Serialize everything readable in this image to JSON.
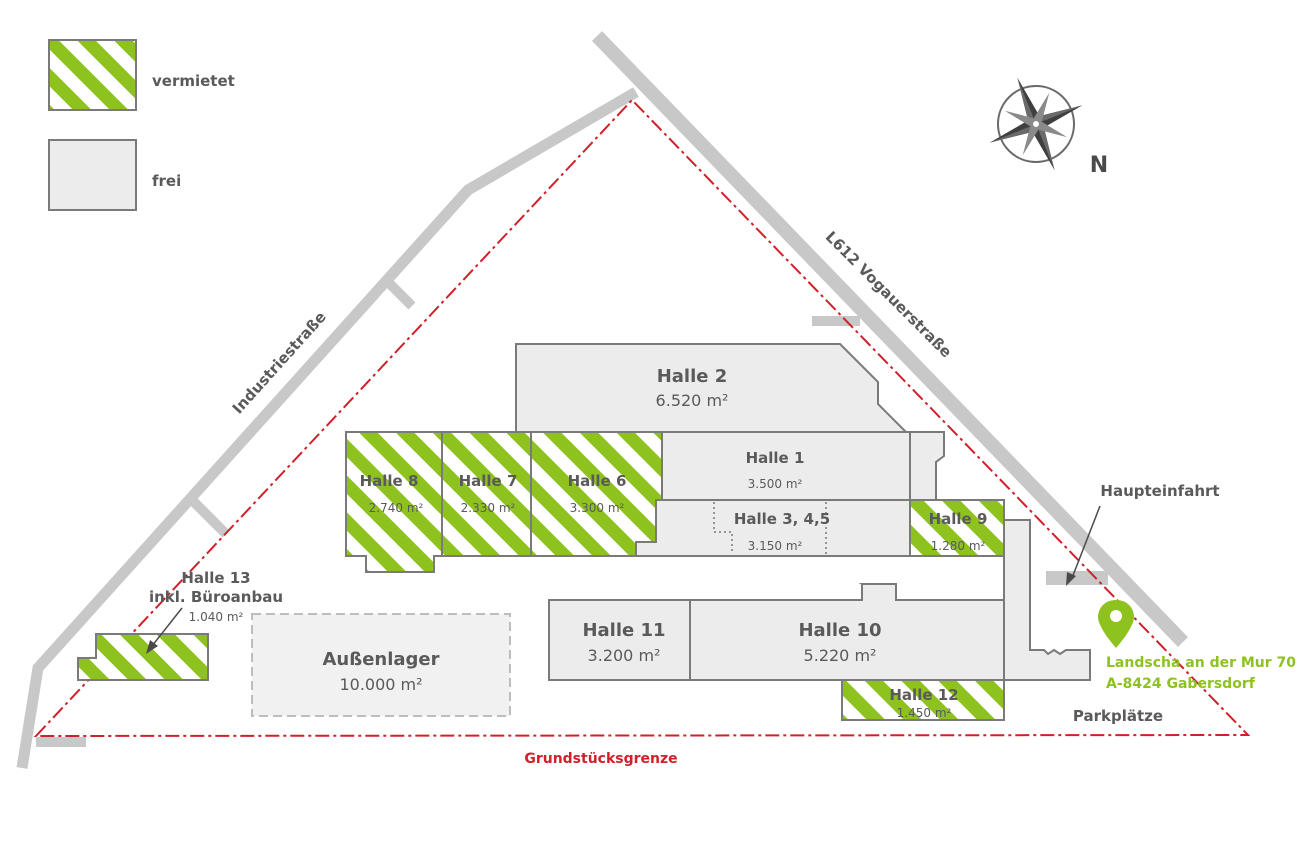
{
  "legend": {
    "rented_label": "vermietet",
    "free_label": "frei"
  },
  "compass": {
    "north_label": "N"
  },
  "roads": {
    "industry_street": "Industriestraße",
    "main_road": "L612 Vogauerstraße"
  },
  "site": {
    "boundary_label": "Grundstücksgrenze",
    "main_entrance_label": "Haupteinfahrt",
    "parking_label": "Parkplätze",
    "address_line1": "Landscha an der Mur 70",
    "address_line2": "A-8424 Gabersdorf"
  },
  "halls": {
    "h1": {
      "name": "Halle 1",
      "area": "3.500 m²",
      "status": "frei"
    },
    "h2": {
      "name": "Halle 2",
      "area": "6.520 m²",
      "status": "frei"
    },
    "h345": {
      "name": "Halle 3, 4,5",
      "area": "3.150 m²",
      "status": "frei"
    },
    "h6": {
      "name": "Halle 6",
      "area": "3.300 m²",
      "status": "vermietet"
    },
    "h7": {
      "name": "Halle 7",
      "area": "2.330 m²",
      "status": "vermietet"
    },
    "h8": {
      "name": "Halle 8",
      "area": "2.740 m²",
      "status": "vermietet"
    },
    "h9": {
      "name": "Halle 9",
      "area": "1.280 m²",
      "status": "vermietet"
    },
    "h10": {
      "name": "Halle 10",
      "area": "5.220 m²",
      "status": "frei"
    },
    "h11": {
      "name": "Halle 11",
      "area": "3.200 m²",
      "status": "frei"
    },
    "h12": {
      "name": "Halle 12",
      "area": "1.450 m²",
      "status": "vermietet"
    },
    "h13": {
      "name": "Halle 13",
      "name2": "inkl. Büroanbau",
      "area": "1.040 m²",
      "status": "vermietet"
    },
    "outdoor": {
      "name": "Außenlager",
      "area": "10.000 m²",
      "status": "frei"
    }
  },
  "colors": {
    "rented_green": "#8dc21f",
    "free_gray": "#ececec",
    "outline_gray": "#7a7a7a",
    "road_gray": "#c8c8c8",
    "boundary_red": "#d0202a",
    "address_green": "#8dc21f"
  }
}
